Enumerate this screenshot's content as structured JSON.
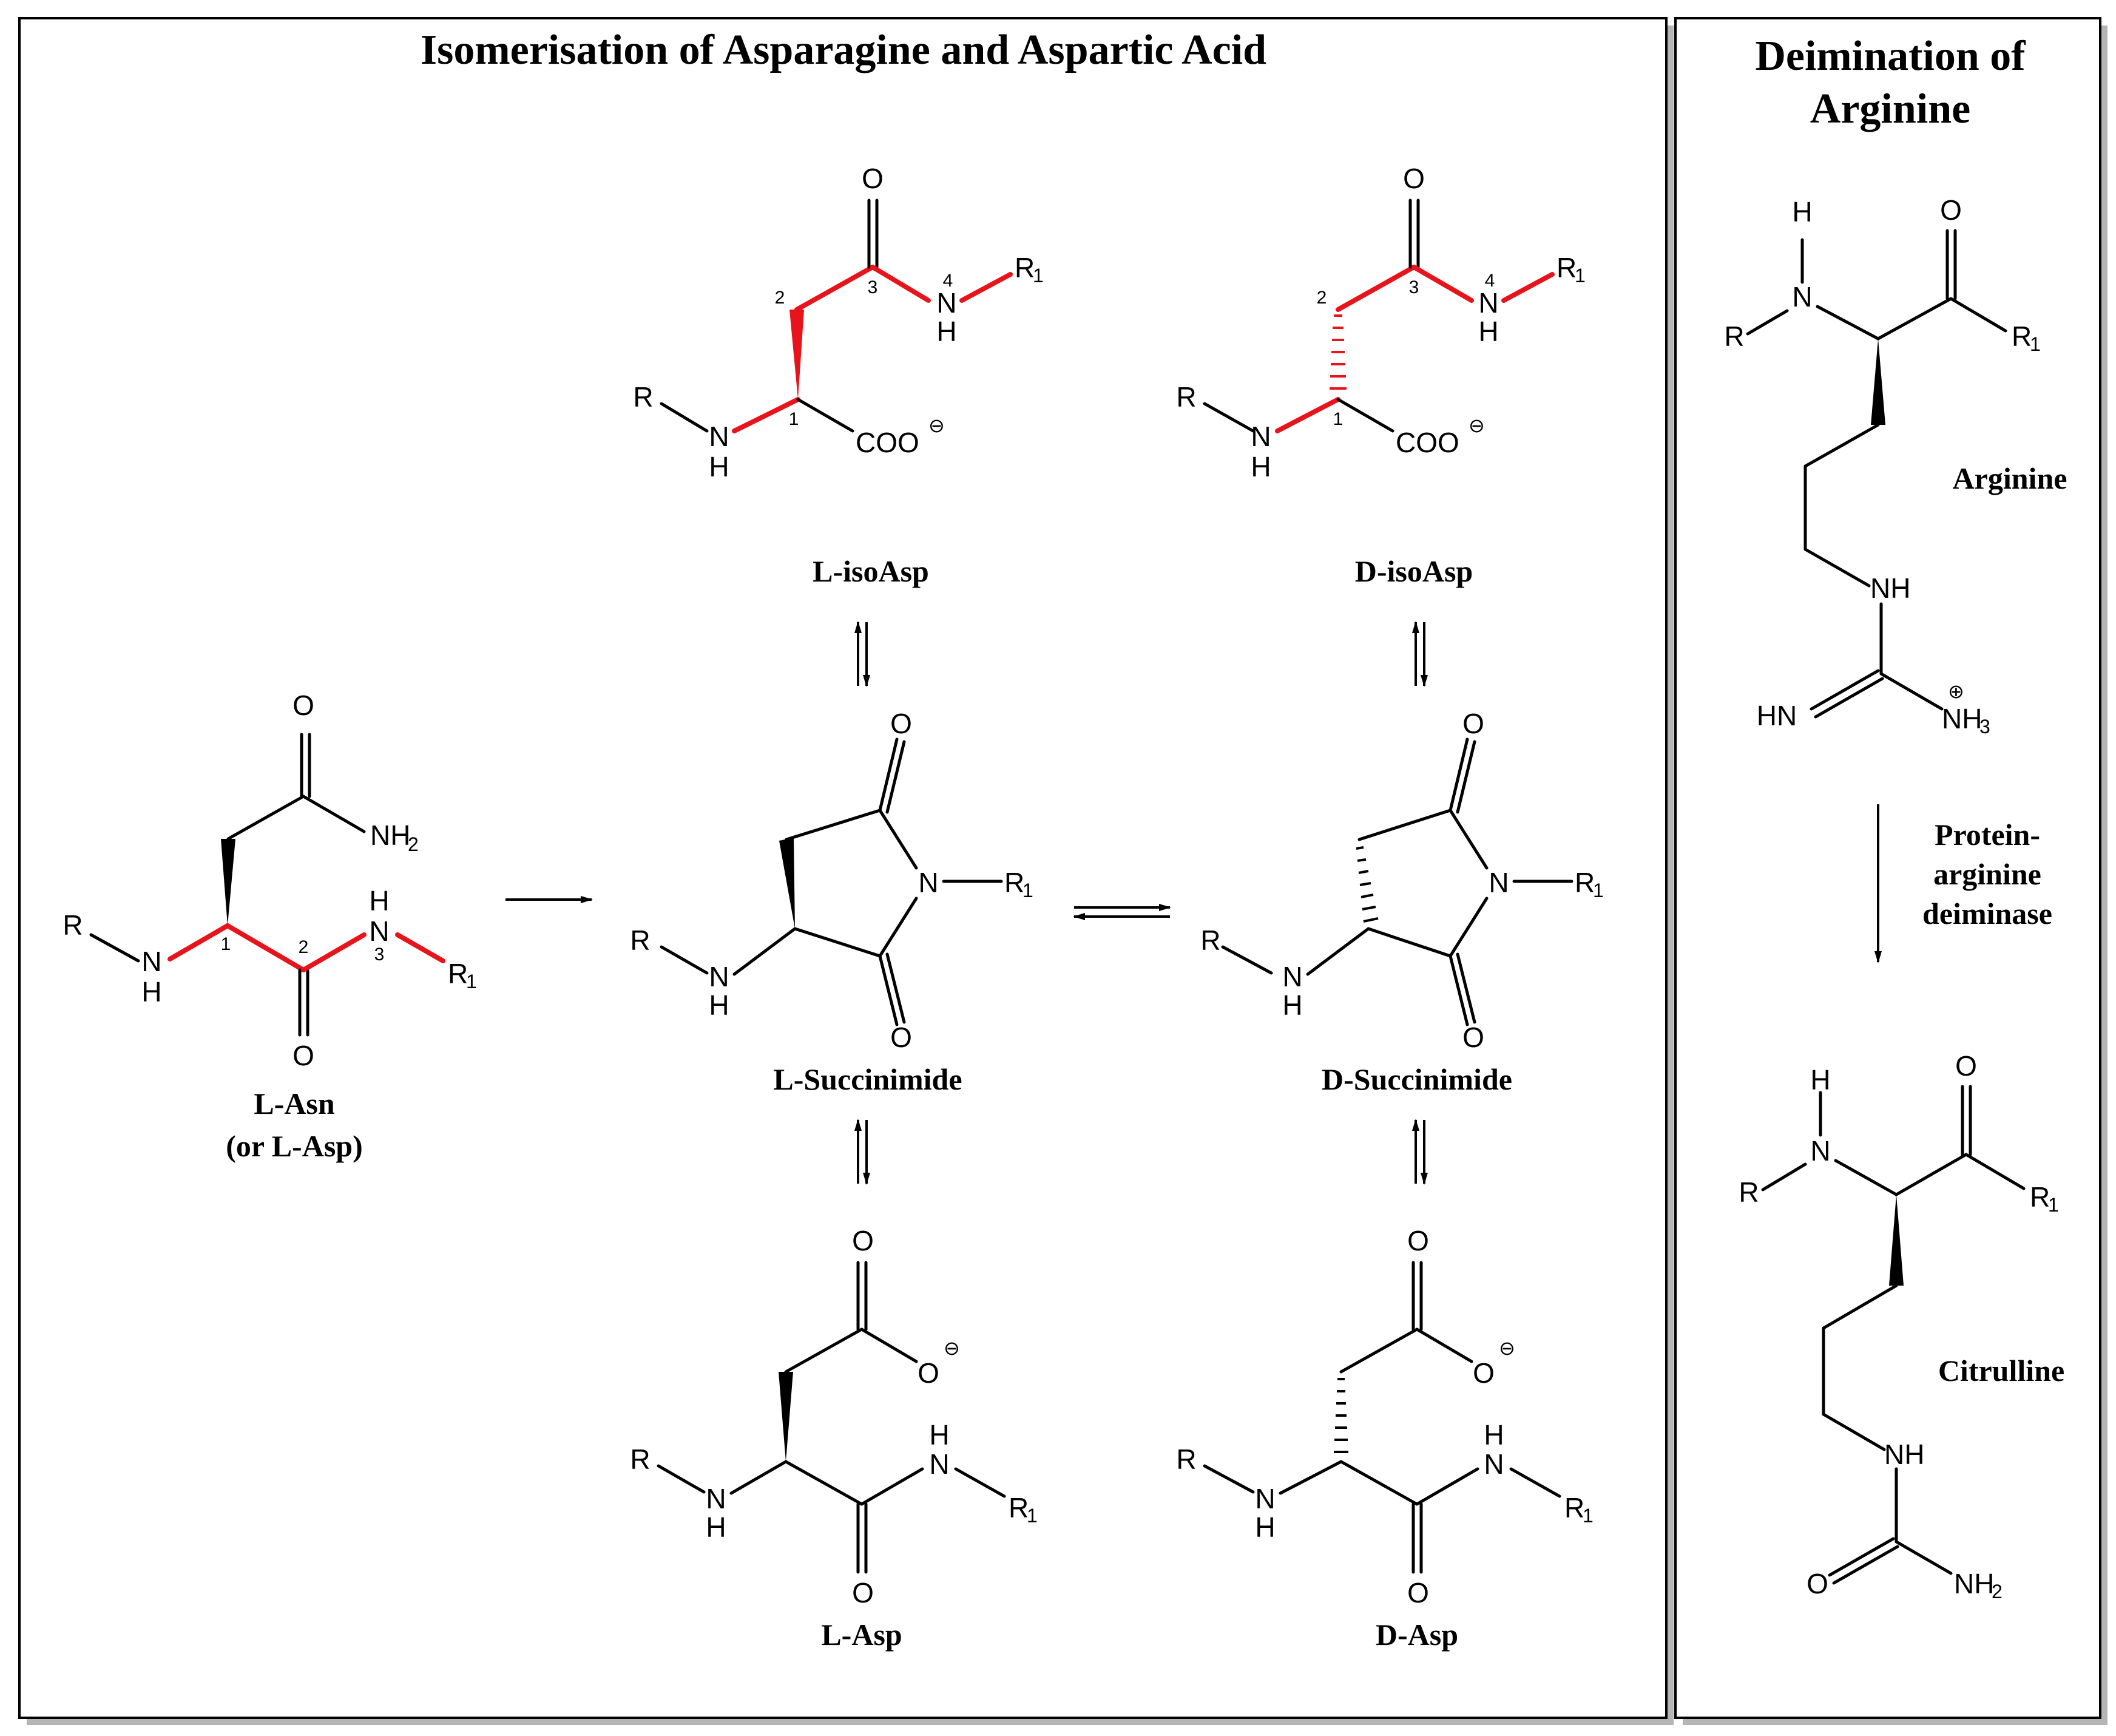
{
  "panels": {
    "left_title": "Isomerisation of Asparagine and Aspartic Acid",
    "right_title_line1": "Deimination of",
    "right_title_line2": "Arginine"
  },
  "compounds": {
    "l_asn_line1": "L-Asn",
    "l_asn_line2": "(or L-Asp)",
    "l_isoasp": "L-isoAsp",
    "d_isoasp": "D-isoAsp",
    "l_succinimide": "L-Succinimide",
    "d_succinimide": "D-Succinimide",
    "l_asp": "L-Asp",
    "d_asp": "D-Asp",
    "arginine": "Arginine",
    "citrulline": "Citrulline"
  },
  "enzyme": {
    "line1": "Protein-",
    "line2": "arginine",
    "line3": "deiminase"
  },
  "atoms": {
    "O": "O",
    "N": "N",
    "H": "H",
    "NH": "NH",
    "HN": "HN",
    "NH2": "NH",
    "NH3": "NH",
    "R": "R",
    "R1": "R",
    "COO": "COO",
    "charge_minus": "⊖",
    "charge_plus": "⊕",
    "sub_1": "1",
    "sub_2": "2",
    "sub_3": "3"
  },
  "locants": [
    "1",
    "2",
    "3",
    "4"
  ],
  "colors": {
    "highlight_bonds": "#e8141b",
    "lines_and_text": "#000000",
    "background": "#ffffff",
    "frame_shadow": "#b5b5b5"
  }
}
